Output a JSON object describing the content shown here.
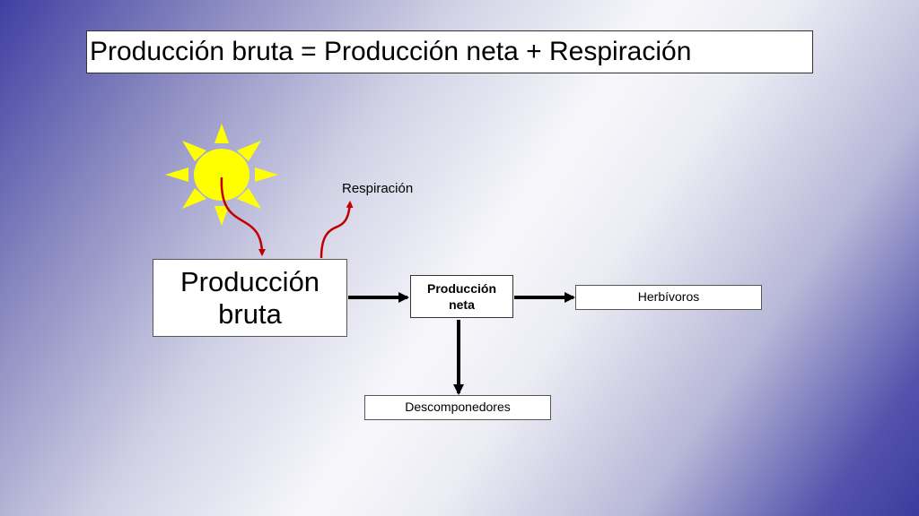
{
  "title": "Producción bruta = Producción neta + Respiración",
  "nodes": {
    "gross": [
      "Producción",
      "bruta"
    ],
    "net": [
      "Producción",
      "neta"
    ],
    "herbivores": "Herbívoros",
    "decomposers": "Descomponedores"
  },
  "respiration_label": "Respiración",
  "colors": {
    "sun": "#ffff00",
    "energy_arrow": "#c00000",
    "flow_arrow": "#000000",
    "background_edge": "#3b3b9e"
  }
}
